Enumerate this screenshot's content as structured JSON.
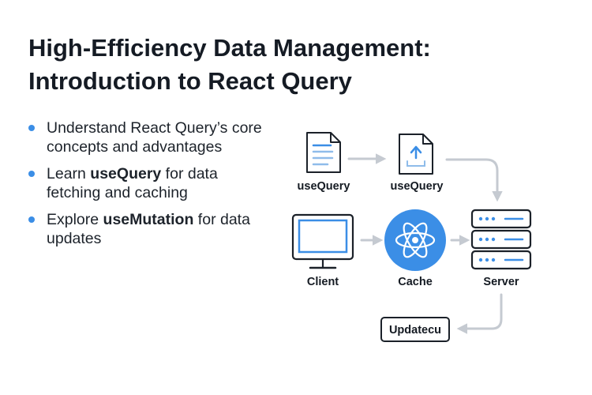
{
  "title_line1": "High-Efficiency Data Management:",
  "title_line2": "Introduction to React Query",
  "bullets": [
    {
      "pre": "Understand React Query’s core concepts and advantages",
      "bold": "",
      "post": ""
    },
    {
      "pre": "Learn ",
      "bold": "useQuery",
      "post": " for data fetching and caching"
    },
    {
      "pre": "Explore ",
      "bold": "useMutation",
      "post": " for data updates"
    }
  ],
  "diagram": {
    "nodes": {
      "query_doc": {
        "label": "useQuery",
        "icon": "document-icon"
      },
      "query_upload": {
        "label": "useQuery",
        "icon": "upload-document-icon"
      },
      "client": {
        "label": "Client",
        "icon": "monitor-icon"
      },
      "cache": {
        "label": "Cache",
        "icon": "react-atom-icon"
      },
      "server": {
        "label": "Server",
        "icon": "server-stack-icon"
      },
      "update": {
        "label": "Updatecu"
      }
    },
    "colors": {
      "accent": "#3b8ee6",
      "arrow": "#c5cad1",
      "outline": "#1b2129"
    }
  }
}
